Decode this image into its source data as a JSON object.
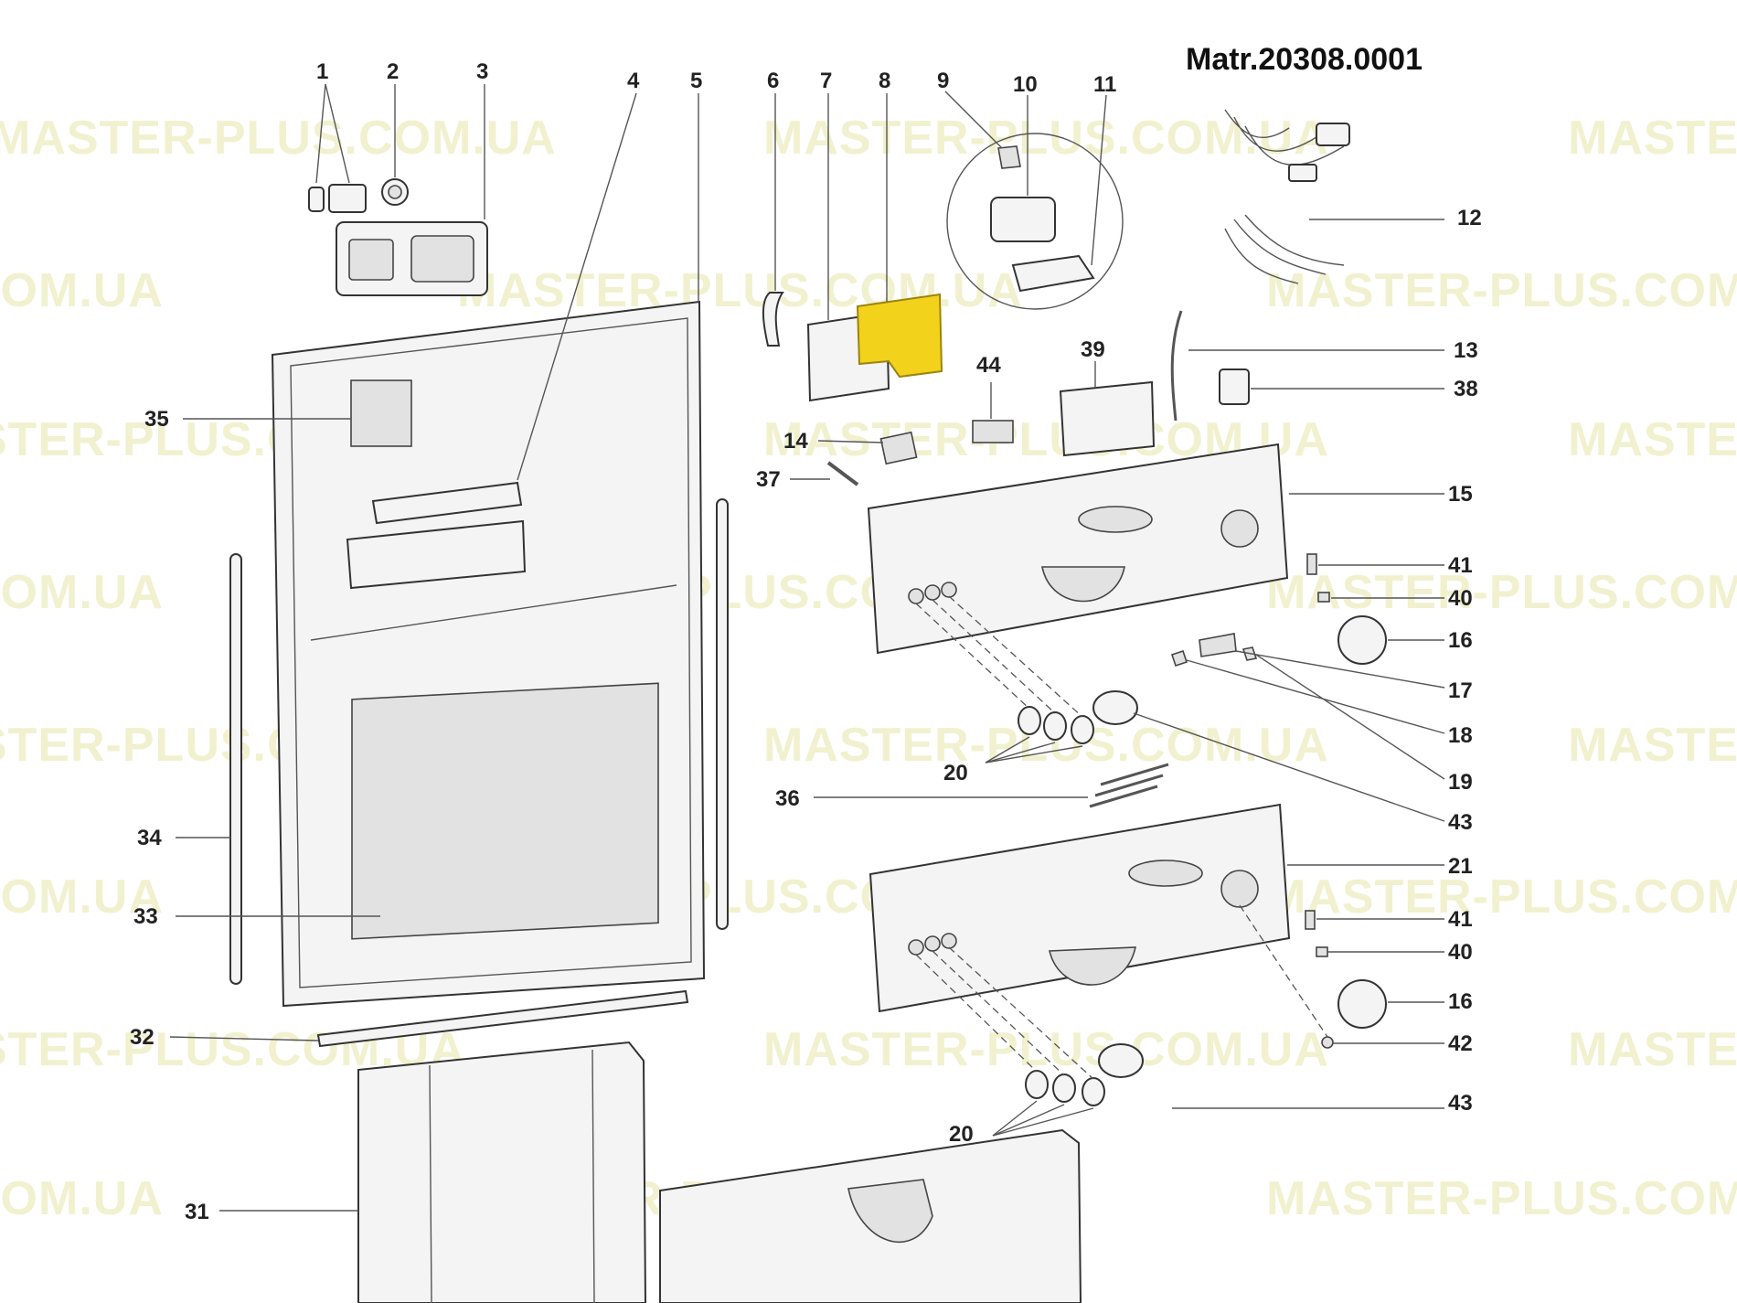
{
  "title": "Matr.20308.0001",
  "watermark": "MASTER-PLUS.COM.UA",
  "colors": {
    "highlight": "#f2d21b",
    "line": "#555555",
    "watermark": "#e6e6a8"
  },
  "callouts": [
    "1",
    "2",
    "3",
    "4",
    "5",
    "6",
    "7",
    "8",
    "9",
    "10",
    "11",
    "12",
    "13",
    "38",
    "44",
    "39",
    "35",
    "14",
    "37",
    "15",
    "41",
    "40",
    "16",
    "17",
    "18",
    "19",
    "20",
    "43",
    "36",
    "21",
    "41",
    "40",
    "16",
    "42",
    "43",
    "20",
    "34",
    "33",
    "32",
    "31"
  ]
}
